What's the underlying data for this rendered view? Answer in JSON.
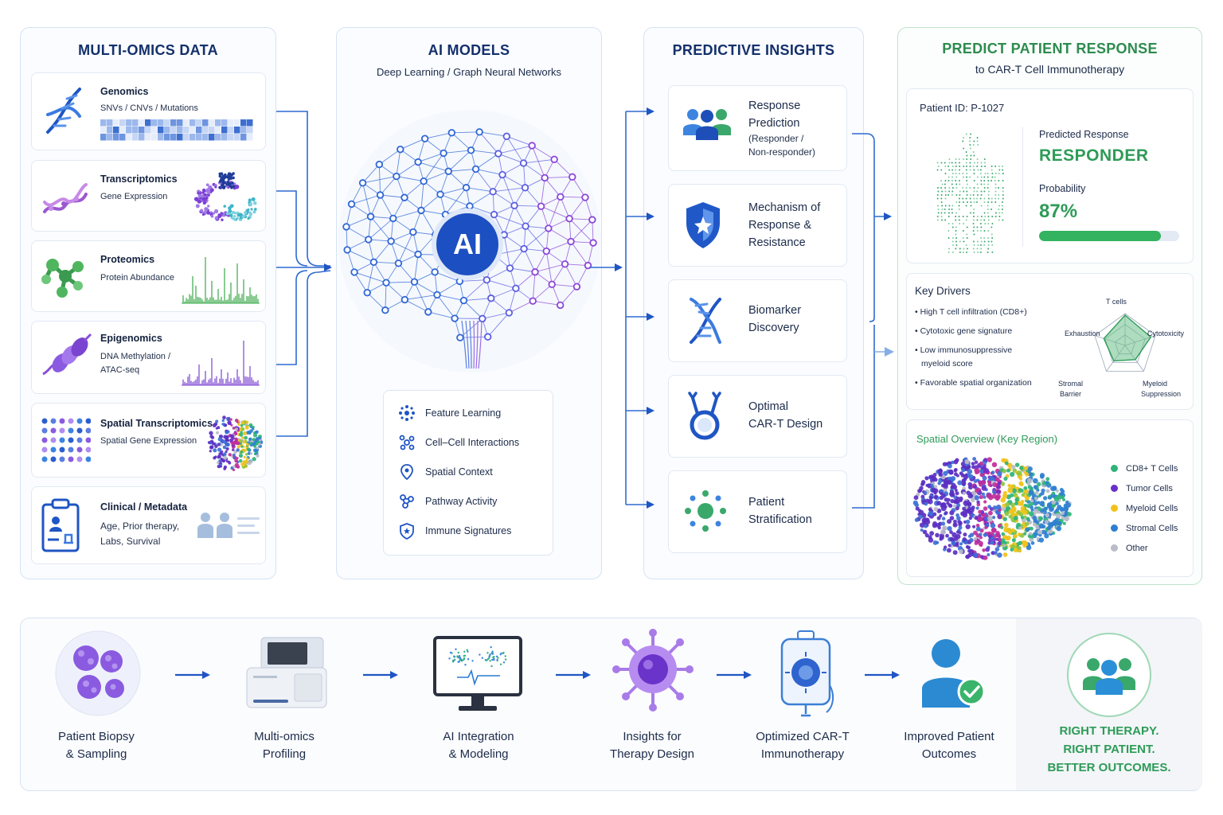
{
  "multiomics": {
    "title": "MULTI-OMICS DATA",
    "items": [
      {
        "title": "Genomics",
        "sub": "SNVs / CNVs / Mutations"
      },
      {
        "title": "Transcriptomics",
        "sub": "Gene Expression"
      },
      {
        "title": "Proteomics",
        "sub": "Protein Abundance"
      },
      {
        "title": "Epigenomics",
        "sub1": "DNA Methylation /",
        "sub2": "ATAC-seq"
      },
      {
        "title": "Spatial Transcriptomics",
        "sub": "Spatial Gene Expression"
      },
      {
        "title": "Clinical / Metadata",
        "sub1": "Age, Prior therapy,",
        "sub2": "Labs, Survival"
      }
    ]
  },
  "ai": {
    "title": "AI MODELS",
    "subtitle": "Deep Learning / Graph Neural Networks",
    "badge": "AI",
    "features": [
      {
        "label": "Feature Learning",
        "icon": "feature-learning-icon"
      },
      {
        "label": "Cell–Cell Interactions",
        "icon": "cell-interaction-icon"
      },
      {
        "label": "Spatial Context",
        "icon": "location-pin-icon"
      },
      {
        "label": "Pathway Activity",
        "icon": "pathway-icon"
      },
      {
        "label": "Immune Signatures",
        "icon": "shield-icon"
      }
    ]
  },
  "insights": {
    "title": "PREDICTIVE INSIGHTS",
    "items": [
      {
        "l1": "Response",
        "l2": "Prediction",
        "s1": "(Responder /",
        "s2": "Non-responder)"
      },
      {
        "l1": "Mechanism of",
        "l2": "Response &",
        "l3": "Resistance"
      },
      {
        "l1": "Biomarker",
        "l2": "Discovery"
      },
      {
        "l1": "Optimal",
        "l2": "CAR-T Design"
      },
      {
        "l1": "Patient",
        "l2": "Stratification"
      }
    ]
  },
  "response": {
    "title": "PREDICT PATIENT RESPONSE",
    "subtitle": "to CAR-T Cell Immunotherapy",
    "patient_id": "Patient ID: P-1027",
    "predicted_label": "Predicted Response",
    "predicted_value": "RESPONDER",
    "probability_label": "Probability",
    "probability_value": "87%",
    "probability_fraction": 0.87,
    "drivers_title": "Key Drivers",
    "drivers": [
      "High T cell infiltration (CD8+)",
      "Cytotoxic gene signature",
      "Low immunosuppressive",
      "myeloid score",
      "Favorable spatial organization"
    ],
    "radar_axes": [
      "T cells",
      "Cytotoxicity",
      "Myeloid",
      "Suppression",
      "Stromal",
      "Barrier",
      "Exhaustion"
    ],
    "spatial_title": "Spatial Overview (Key Region)",
    "legend": [
      {
        "label": "CD8+ T Cells",
        "color": "#2fb37a"
      },
      {
        "label": "Tumor Cells",
        "color": "#6a2fc9"
      },
      {
        "label": "Myeloid Cells",
        "color": "#f2c21b"
      },
      {
        "label": "Stromal Cells",
        "color": "#2f7fd0"
      },
      {
        "label": "Other",
        "color": "#b9bcc9"
      }
    ]
  },
  "workflow": {
    "steps": [
      {
        "l1": "Patient Biopsy",
        "l2": "& Sampling"
      },
      {
        "l1": "Multi-omics",
        "l2": "Profiling"
      },
      {
        "l1": "AI Integration",
        "l2": "& Modeling"
      },
      {
        "l1": "Insights for",
        "l2": "Therapy Design"
      },
      {
        "l1": "Optimized CAR-T",
        "l2": "Immunotherapy"
      },
      {
        "l1": "Improved Patient",
        "l2": "Outcomes"
      }
    ],
    "tagline": [
      "RIGHT THERAPY.",
      "RIGHT PATIENT.",
      "BETTER OUTCOMES."
    ]
  },
  "colors": {
    "primary": "#1f55c4",
    "green": "#2e9b57",
    "purple": "#7b3fd4",
    "navy": "#14306b"
  }
}
